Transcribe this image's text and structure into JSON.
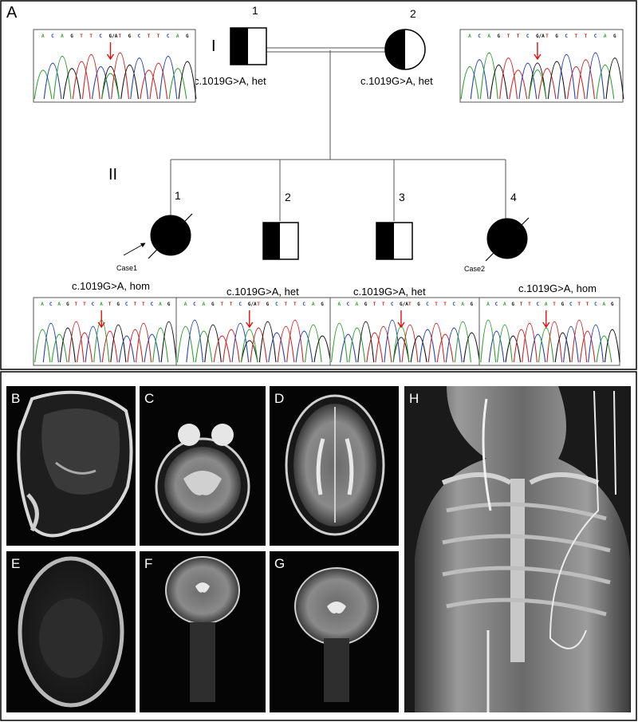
{
  "panel_a": {
    "letter": "A",
    "generations": [
      "I",
      "II"
    ],
    "gen_I": [
      {
        "num": "1",
        "sex": "male",
        "status": "carrier",
        "genotype": "c.1019G>A, het"
      },
      {
        "num": "2",
        "sex": "female",
        "status": "carrier",
        "genotype": "c.1019G>A, het"
      }
    ],
    "gen_II": [
      {
        "num": "1",
        "sex": "female",
        "status": "affected-deceased",
        "genotype": "c.1019G>A, hom",
        "case": "Case1",
        "proband": true
      },
      {
        "num": "2",
        "sex": "male",
        "status": "carrier",
        "genotype": "c.1019G>A, het"
      },
      {
        "num": "3",
        "sex": "male",
        "status": "carrier",
        "genotype": "c.1019G>A, het"
      },
      {
        "num": "4",
        "sex": "female",
        "status": "affected-deceased",
        "genotype": "c.1019G>A, hom",
        "case": "Case2"
      }
    ],
    "seq_het": "A C A G T T C G/A T G C T T C A G",
    "seq_hom": "A C A G T T C A T G C T T C A G",
    "base_colors": {
      "A": "#2ca02c",
      "C": "#1f3fbf",
      "G": "#111111",
      "T": "#d62020",
      "mut": "#000000"
    },
    "arrow_color": "#e01010"
  },
  "images": [
    {
      "letter": "B",
      "kind": "sagittal-mri"
    },
    {
      "letter": "C",
      "kind": "axial-t2-mri"
    },
    {
      "letter": "D",
      "kind": "axial-t2-mri"
    },
    {
      "letter": "E",
      "kind": "axial-t1-mri"
    },
    {
      "letter": "F",
      "kind": "coronal-t2-mri"
    },
    {
      "letter": "G",
      "kind": "coronal-t2-mri"
    },
    {
      "letter": "H",
      "kind": "chest-xray"
    }
  ]
}
